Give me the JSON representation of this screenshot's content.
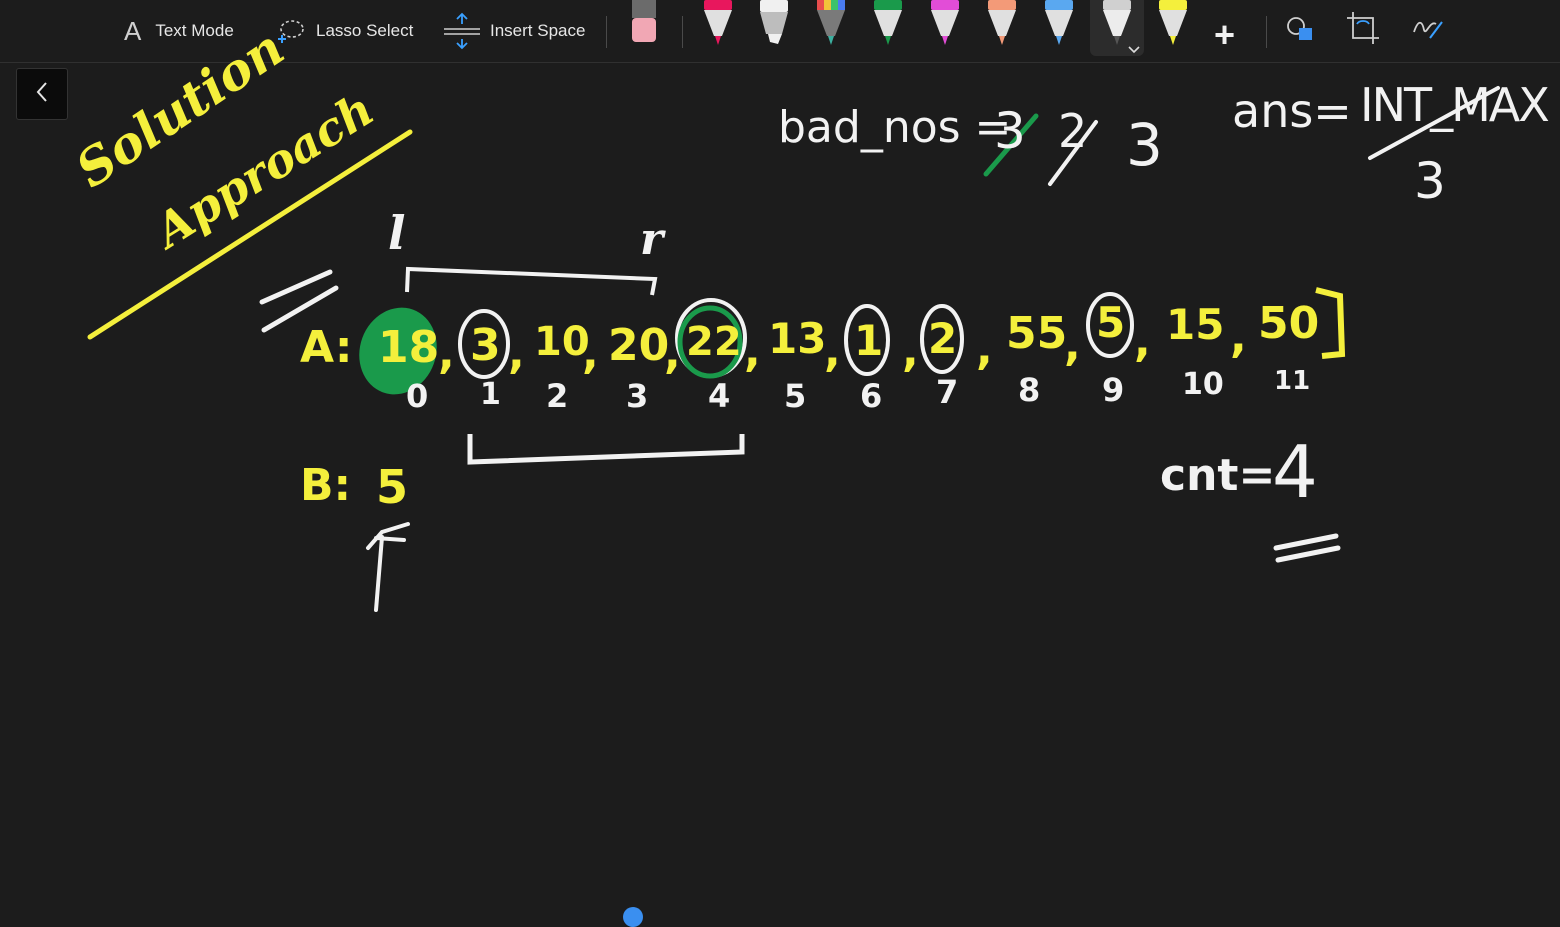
{
  "toolbar": {
    "text_mode": {
      "label": "Text Mode",
      "icon": "text-mode-icon"
    },
    "lasso_select": {
      "label": "Lasso Select",
      "icon": "lasso-icon"
    },
    "insert_space": {
      "label": "Insert Space",
      "icon": "insert-space-icon"
    },
    "pens": [
      {
        "name": "eraser",
        "color": "#f1a7b4"
      },
      {
        "name": "pen-magenta",
        "color": "#e8175d"
      },
      {
        "name": "pen-white",
        "color": "#f0f0f0"
      },
      {
        "name": "pen-rainbow",
        "color": "#7a7a7a"
      },
      {
        "name": "pen-green",
        "color": "#1a9a4b"
      },
      {
        "name": "pen-pink",
        "color": "#e24dd7"
      },
      {
        "name": "pen-peach",
        "color": "#f39a78"
      },
      {
        "name": "pen-blue",
        "color": "#5aa8f0"
      },
      {
        "name": "pen-silver",
        "color": "#d0d0d0"
      },
      {
        "name": "pen-yellow",
        "color": "#f4ef3c"
      }
    ]
  },
  "notes": {
    "title_line1": "Solution",
    "title_line2": "Approach",
    "bad_nos_label": "bad_nos =",
    "bad_nos_values": [
      "3",
      "2",
      "3"
    ],
    "ans_label": "ans=",
    "ans_initial": "INT_MAX",
    "ans_value": "3",
    "pointer_left": "l",
    "pointer_right": "r",
    "array_label": "A:",
    "array": [
      "18",
      "3",
      "10",
      "20",
      "22",
      "13",
      "1",
      "2",
      "55",
      "5",
      "15",
      "50"
    ],
    "indices": [
      "0",
      "1",
      "2",
      "3",
      "4",
      "5",
      "6",
      "7",
      "8",
      "9",
      "10",
      "11"
    ],
    "b_label": "B:",
    "b_value": "5",
    "cnt_label": "cnt=",
    "cnt_value": "4"
  }
}
